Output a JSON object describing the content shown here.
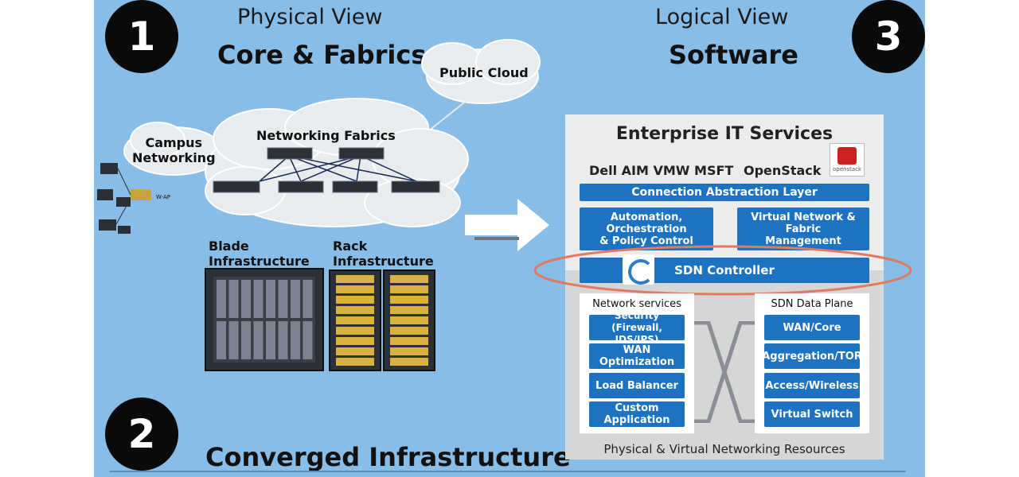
{
  "physical": {
    "number": "1",
    "view_label": "Physical View",
    "title": "Core & Fabrics",
    "public_cloud": "Public Cloud",
    "campus_networking": "Campus\nNetworking",
    "networking_fabrics": "Networking Fabrics",
    "ap_label": "W-AP",
    "blade": "Blade\nInfrastructure",
    "rack": "Rack\nInfrastructure"
  },
  "converged": {
    "number": "2",
    "title": "Converged Infrastructure"
  },
  "logical": {
    "number": "3",
    "view_label": "Logical View",
    "title": "Software",
    "enterprise_title": "Enterprise IT Services",
    "vendors": "Dell AIM VMW MSFT",
    "openstack": "OpenStack",
    "openstack_logo_text": "openstack",
    "connection_layer": "Connection Abstraction Layer",
    "automation": "Automation,\nOrchestration\n& Policy Control",
    "virtual_network": "Virtual Network & Fabric\nManagement",
    "sdn_controller": "SDN Controller",
    "network_services": {
      "title": "Network services",
      "items": [
        "Security\n(Firewall, IDS/IPS)",
        "WAN\nOptimization",
        "Load Balancer",
        "Custom\nApplication"
      ]
    },
    "data_plane": {
      "title": "SDN Data Plane",
      "items": [
        "WAN/Core",
        "Aggregation/TOR",
        "Access/Wireless",
        "Virtual Switch"
      ]
    },
    "footer": "Physical & Virtual Networking Resources"
  },
  "colors": {
    "background": "#87bde6",
    "box_blue": "#1d73c1",
    "highlight_ring": "#e07a62"
  }
}
